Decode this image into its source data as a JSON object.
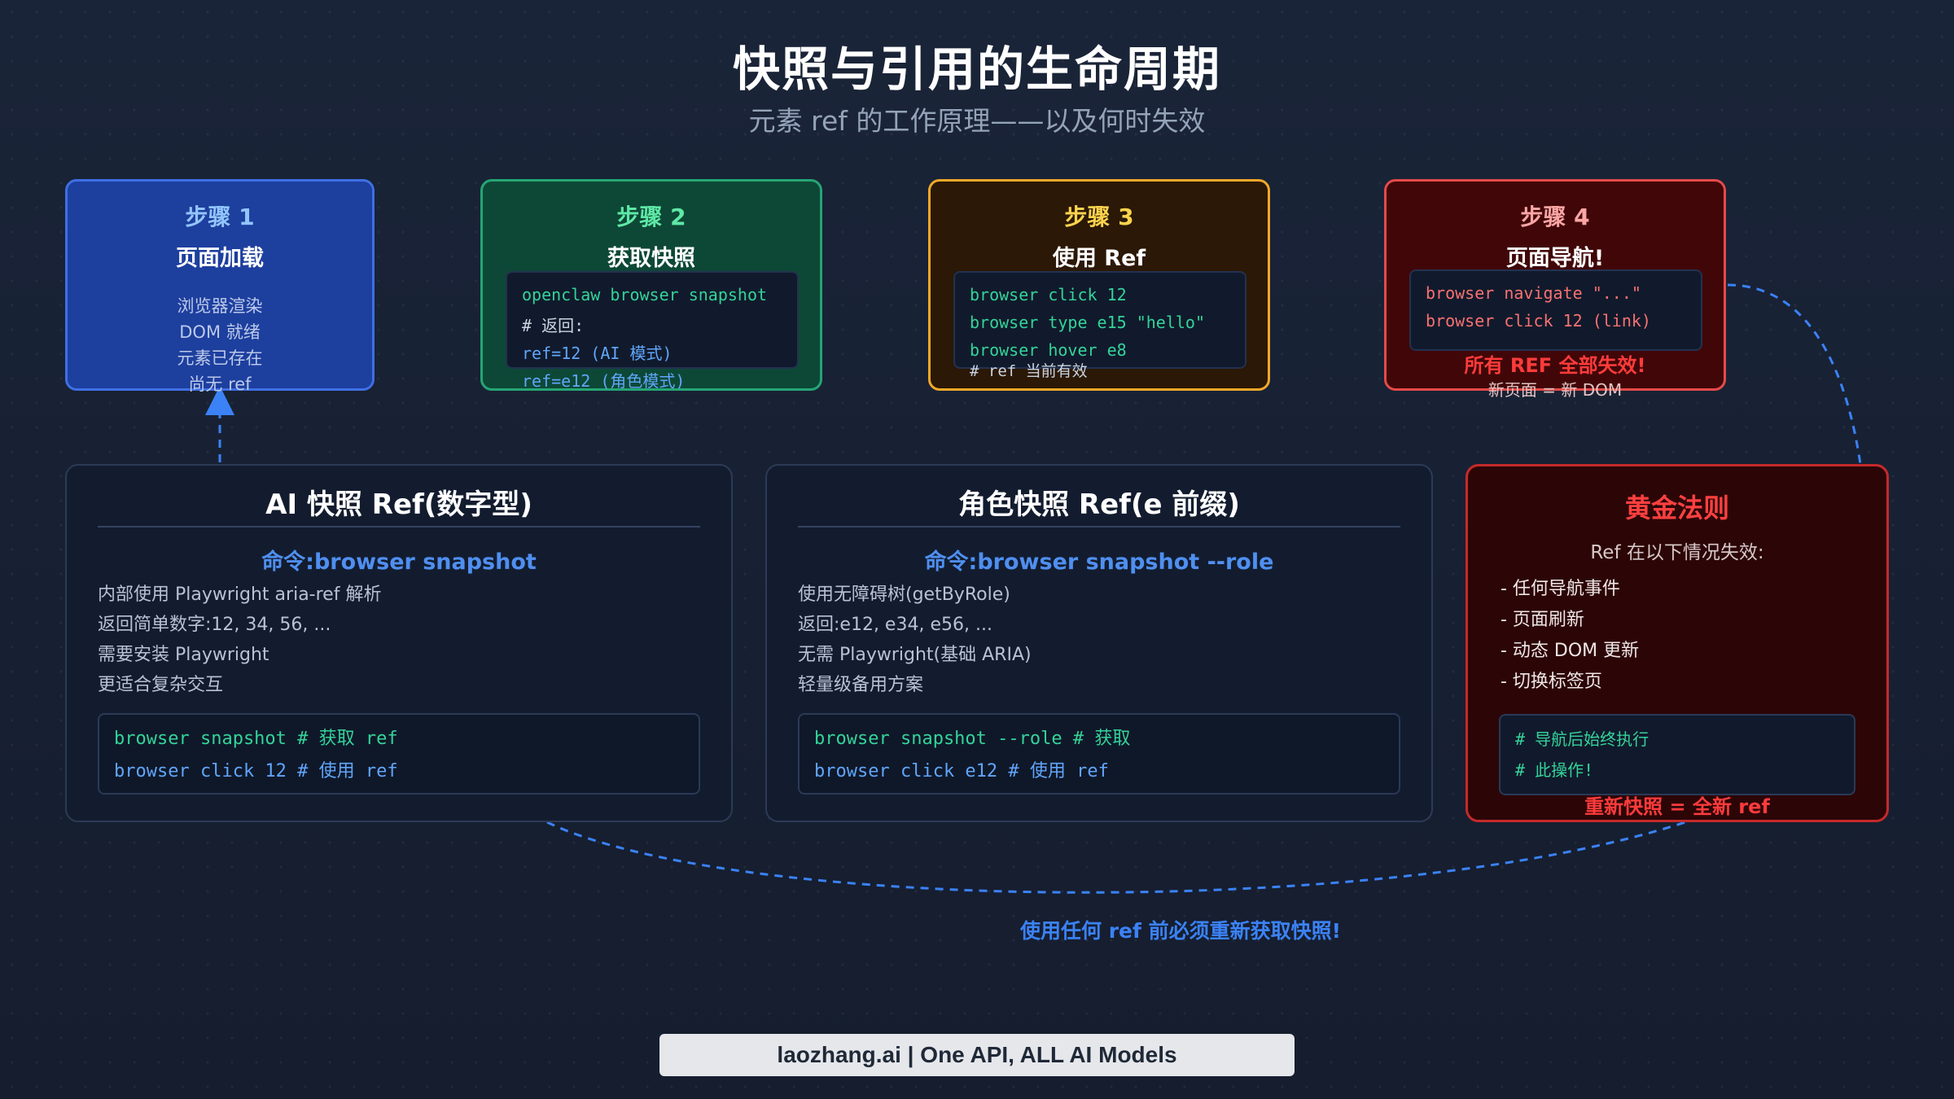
{
  "title": "快照与引用的生命周期",
  "subtitle": "元素 ref 的工作原理——以及何时失效",
  "steps": [
    {
      "num": "步骤 1",
      "name": "页面加载",
      "lines": [
        "浏览器渲染",
        "DOM 就绪",
        "元素已存在",
        "尚无 ref"
      ]
    },
    {
      "num": "步骤 2",
      "name": "获取快照",
      "cmd": "openclaw browser snapshot",
      "comment": "# 返回:",
      "refs": [
        "ref=12 (AI 模式)",
        "ref=e12 (角色模式)"
      ]
    },
    {
      "num": "步骤 3",
      "name": "使用 Ref",
      "code": [
        "browser click 12",
        "browser type e15 \"hello\"",
        "browser hover e8"
      ],
      "note": "# ref 当前有效"
    },
    {
      "num": "步骤 4",
      "name": "页面导航!",
      "code": [
        "browser navigate \"...\"",
        "browser click 12 (link)"
      ],
      "warning": "所有 REF 全部失效!",
      "sub": "新页面 = 新 DOM"
    }
  ],
  "panels": {
    "ai": {
      "title": "AI 快照 Ref(数字型)",
      "command": "命令:browser snapshot",
      "desc": [
        "内部使用 Playwright aria-ref 解析",
        "返回简单数字:12, 34, 56, ...",
        "需要安装 Playwright",
        "更适合复杂交互"
      ],
      "code": [
        "browser snapshot # 获取 ref",
        "browser click 12 # 使用 ref"
      ]
    },
    "role": {
      "title": "角色快照 Ref(e 前缀)",
      "command": "命令:browser snapshot --role",
      "desc": [
        "使用无障碍树(getByRole)",
        "返回:e12, e34, e56, ...",
        "无需 Playwright(基础 ARIA)",
        "轻量级备用方案"
      ],
      "code": [
        "browser snapshot --role # 获取",
        "browser click e12 # 使用 ref"
      ]
    },
    "gold": {
      "title": "黄金法则",
      "subtitle": "Ref 在以下情况失效:",
      "items": [
        "- 任何导航事件",
        "- 页面刷新",
        "- 动态 DOM 更新",
        "- 切换标签页"
      ],
      "code": [
        "# 导航后始终执行",
        "# 此操作!"
      ],
      "footer": "重新快照 = 全新 ref"
    }
  },
  "loop_caption": "使用任何 ref 前必须重新获取快照!",
  "footer": "laozhang.ai | One API, ALL AI Models",
  "colors": {
    "blue": "#3b82f6",
    "green": "#34d399",
    "amber": "#f2a829",
    "red": "#e54a4a"
  }
}
